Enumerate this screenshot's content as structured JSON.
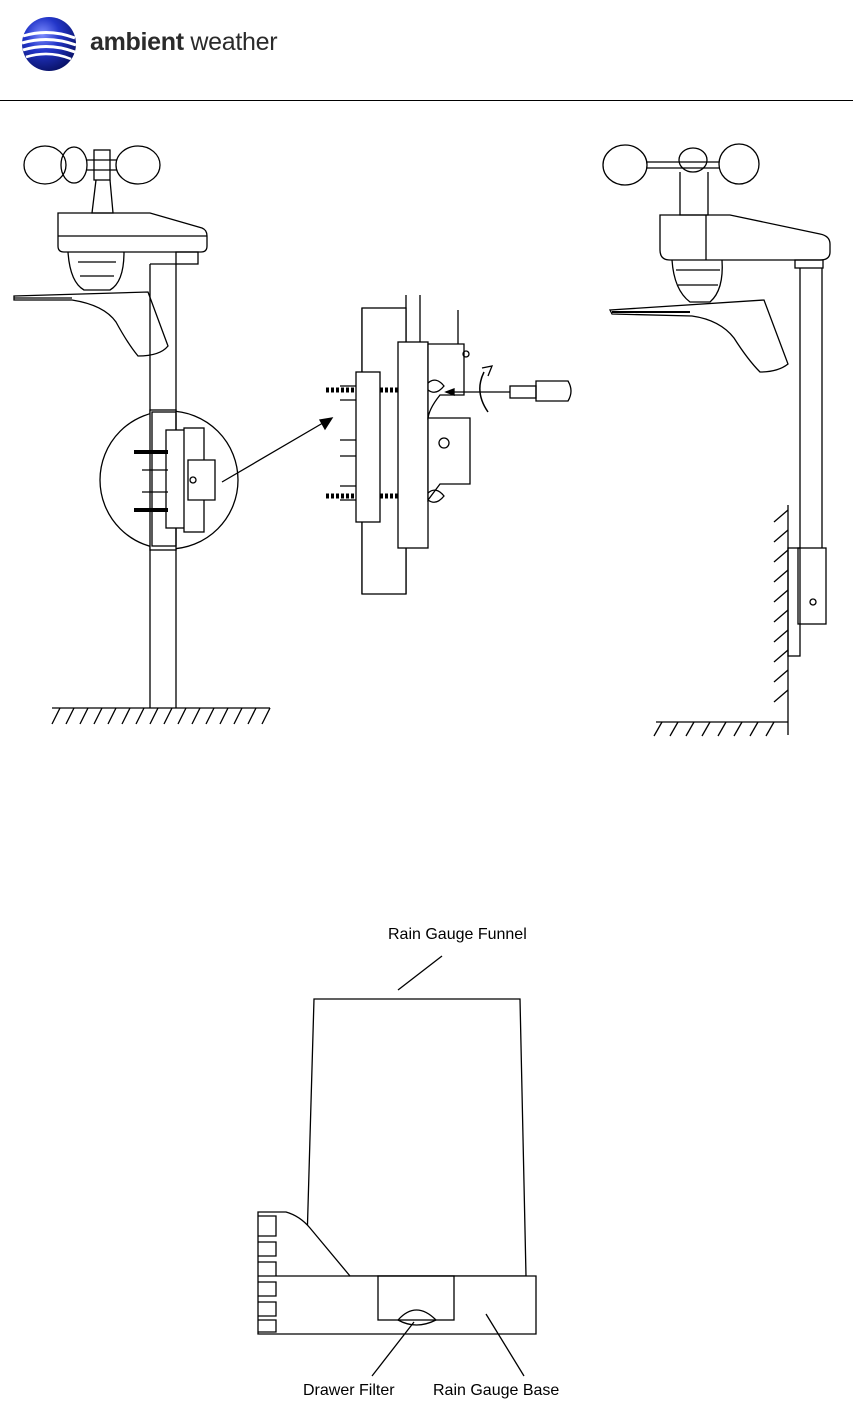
{
  "header": {
    "brand_bold": "ambient",
    "brand_light": " weather"
  },
  "rain_gauge": {
    "funnel_label": "Rain Gauge Funnel",
    "drawer_label": "Drawer Filter",
    "base_label": "Rain Gauge Base"
  }
}
